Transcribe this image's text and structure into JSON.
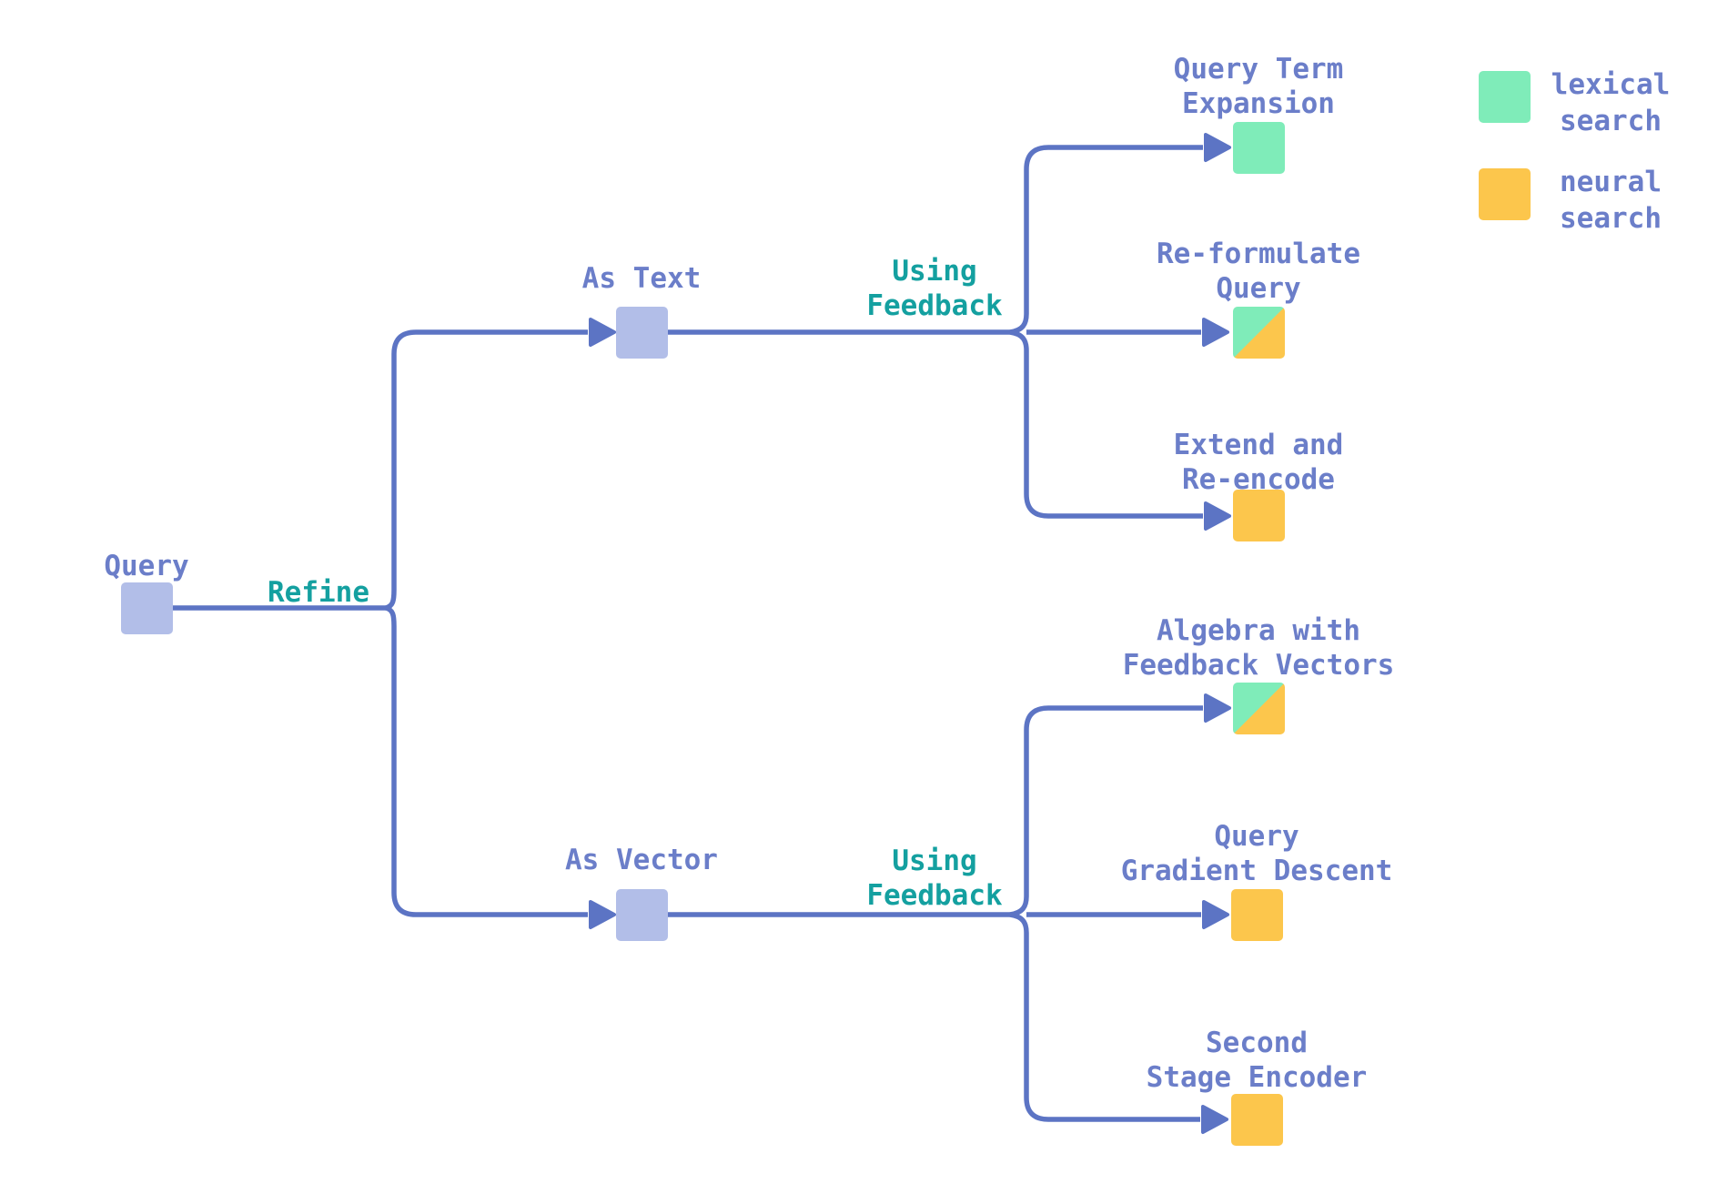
{
  "diagram": {
    "nodes": {
      "query": {
        "label": "Query",
        "category": "query-input"
      },
      "as_text": {
        "label": "As Text",
        "category": "query-input"
      },
      "as_vector": {
        "label": "As Vector",
        "category": "query-input"
      },
      "query_term_expansion": {
        "label": "Query Term\nExpansion",
        "category": "lexical"
      },
      "reformulate_query": {
        "label": "Re-formulate\nQuery",
        "category": "lexical+neural"
      },
      "extend_and_reencode": {
        "label": "Extend and\nRe-encode",
        "category": "neural"
      },
      "algebra_with_feedback_vectors": {
        "label": "Algebra with\nFeedback Vectors",
        "category": "lexical+neural"
      },
      "query_gradient_descent": {
        "label": "Query\nGradient Descent",
        "category": "neural"
      },
      "second_stage_encoder": {
        "label": "Second\nStage Encoder",
        "category": "neural"
      }
    },
    "edge_labels": {
      "refine": "Refine",
      "using_feedback_text": "Using\nFeedback",
      "using_feedback_vector": "Using\nFeedback"
    }
  },
  "legend": {
    "items": [
      {
        "label": "lexical\nsearch",
        "color": "#7fecb9"
      },
      {
        "label": "neural\nsearch",
        "color": "#fcc64c"
      }
    ]
  },
  "colors": {
    "edge": "#5c74c4",
    "node_label_text": "#6b7ec9",
    "edge_label_text": "#14a0a0",
    "query_node_fill": "#b2bee8",
    "lexical_fill": "#7fecb9",
    "neural_fill": "#fcc64c",
    "background": "#ffffff"
  }
}
